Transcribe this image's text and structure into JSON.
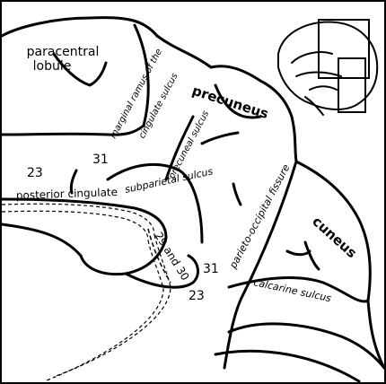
{
  "labels": {
    "paracentral_lobule_line1": "paracentral",
    "paracentral_lobule_line2": "lobule",
    "marginal_ramus_line1": "marginal ramus of the",
    "marginal_ramus_line2": "cingulate sulcus",
    "precuneus": "precuneus",
    "precuneal_sulcus": "precuneal sulcus",
    "subparietal_sulcus": "subparietal sulcus",
    "posterior_cingulate": "posterior cingulate",
    "area_23_upper": "23",
    "area_31_upper": "31",
    "area_29_and_30": "29 and 30",
    "area_31_lower": "31",
    "area_23_lower": "23",
    "parieto_occipital_fissure": "parieto-occipital fissure",
    "cuneus": "cuneus",
    "calcarine_sulcus": "calcarine sulcus"
  },
  "colors": {
    "line": "#000000",
    "background": "#ffffff"
  },
  "inset": {
    "icon": "brain-medial-view-icon"
  }
}
